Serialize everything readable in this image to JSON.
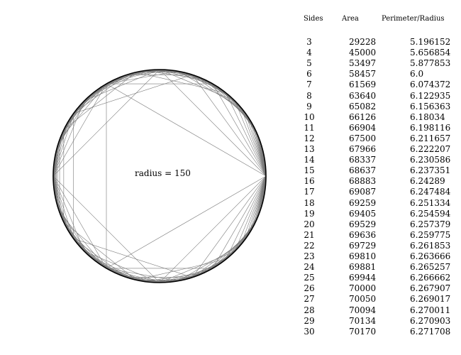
{
  "headers": {
    "sides": "Sides",
    "area": "Area",
    "ratio": "Perimeter/Radius"
  },
  "radius_label": "radius = 150",
  "rows": [
    {
      "sides": "3",
      "area": "29228",
      "ratio": "5.196152"
    },
    {
      "sides": "4",
      "area": "45000",
      "ratio": "5.656854"
    },
    {
      "sides": "5",
      "area": "53497",
      "ratio": "5.877853"
    },
    {
      "sides": "6",
      "area": "58457",
      "ratio": "6.0"
    },
    {
      "sides": "7",
      "area": "61569",
      "ratio": "6.074372"
    },
    {
      "sides": "8",
      "area": "63640",
      "ratio": "6.122935"
    },
    {
      "sides": "9",
      "area": "65082",
      "ratio": "6.156363"
    },
    {
      "sides": "10",
      "area": "66126",
      "ratio": "6.18034"
    },
    {
      "sides": "11",
      "area": "66904",
      "ratio": "6.198116"
    },
    {
      "sides": "12",
      "area": "67500",
      "ratio": "6.211657"
    },
    {
      "sides": "13",
      "area": "67966",
      "ratio": "6.222207"
    },
    {
      "sides": "14",
      "area": "68337",
      "ratio": "6.230586"
    },
    {
      "sides": "15",
      "area": "68637",
      "ratio": "6.237351"
    },
    {
      "sides": "16",
      "area": "68883",
      "ratio": "6.24289"
    },
    {
      "sides": "17",
      "area": "69087",
      "ratio": "6.247484"
    },
    {
      "sides": "18",
      "area": "69259",
      "ratio": "6.251334"
    },
    {
      "sides": "19",
      "area": "69405",
      "ratio": "6.254594"
    },
    {
      "sides": "20",
      "area": "69529",
      "ratio": "6.257379"
    },
    {
      "sides": "21",
      "area": "69636",
      "ratio": "6.259775"
    },
    {
      "sides": "22",
      "area": "69729",
      "ratio": "6.261853"
    },
    {
      "sides": "23",
      "area": "69810",
      "ratio": "6.263666"
    },
    {
      "sides": "24",
      "area": "69881",
      "ratio": "6.265257"
    },
    {
      "sides": "25",
      "area": "69944",
      "ratio": "6.266662"
    },
    {
      "sides": "26",
      "area": "70000",
      "ratio": "6.267907"
    },
    {
      "sides": "27",
      "area": "70050",
      "ratio": "6.269017"
    },
    {
      "sides": "28",
      "area": "70094",
      "ratio": "6.270011"
    },
    {
      "sides": "29",
      "area": "70134",
      "ratio": "6.270903"
    },
    {
      "sides": "30",
      "area": "70170",
      "ratio": "6.271708"
    }
  ],
  "colors": {
    "polygon_stroke": "#7a7a7a",
    "circle_stroke": "#000000"
  }
}
